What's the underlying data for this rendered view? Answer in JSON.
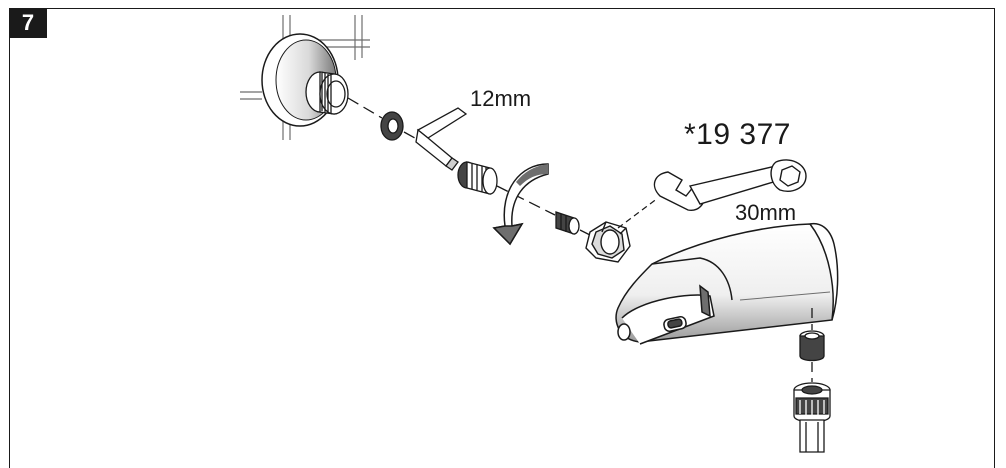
{
  "step": {
    "number": "7"
  },
  "labels": {
    "hex_key_size": "12mm",
    "tool_number": "*19 377",
    "wrench_size": "30mm"
  },
  "colors": {
    "ink": "#1a1a1a",
    "paper": "#ffffff",
    "shade": "#6e6e6e",
    "light_shade": "#cfcfcf"
  }
}
